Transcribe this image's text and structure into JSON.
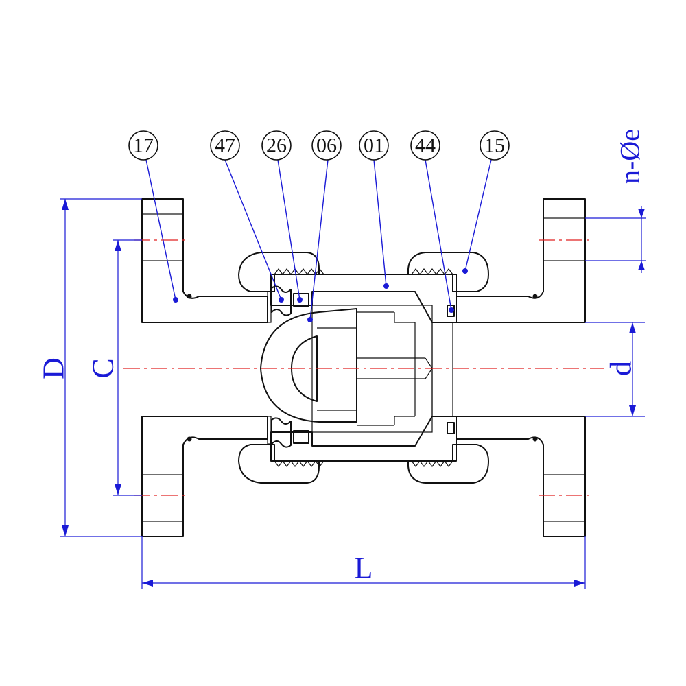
{
  "balloons": [
    {
      "id": "17"
    },
    {
      "id": "47"
    },
    {
      "id": "26"
    },
    {
      "id": "06"
    },
    {
      "id": "01"
    },
    {
      "id": "44"
    },
    {
      "id": "15"
    }
  ],
  "dimensions": {
    "D": "D",
    "C": "C",
    "d": "d",
    "L": "L",
    "bolt_holes": "n-Øe"
  },
  "colors": {
    "flange_hatch": "#3fd1d6",
    "union_nut_fill": "#f2a6e6",
    "body_hatch": "#111111",
    "ball_hatch": "#e02020",
    "dimension": "#1a1ad6",
    "centerline": "#e02020"
  }
}
